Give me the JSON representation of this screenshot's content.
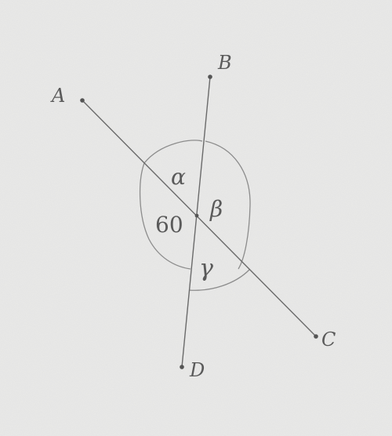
{
  "diagram": {
    "points": {
      "A": "A",
      "B": "B",
      "C": "C",
      "D": "D"
    },
    "angles": {
      "alpha": "α",
      "beta": "β",
      "gamma": "γ",
      "given": "60"
    }
  },
  "colors": {
    "paper": "#e9e9e8",
    "pencil": "#5a5a5a"
  }
}
